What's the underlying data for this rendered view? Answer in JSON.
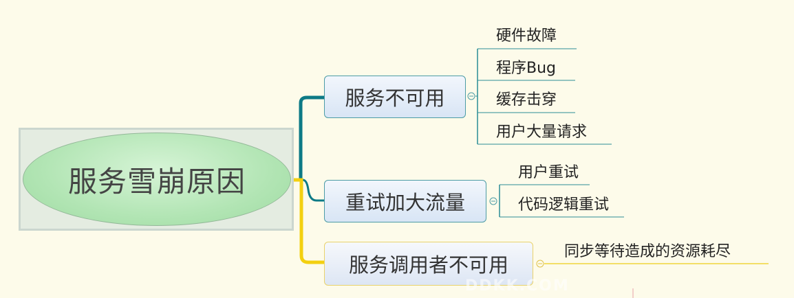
{
  "diagram": {
    "center": "服务雪崩原因",
    "branches": [
      {
        "label": "服务不可用",
        "leaves": [
          "硬件故障",
          "程序Bug",
          "缓存击穿",
          "用户大量请求"
        ]
      },
      {
        "label": "重试加大流量",
        "leaves": [
          "用户重试",
          "代码逻辑重试"
        ]
      },
      {
        "label": "服务调用者不可用",
        "leaves": [
          "同步等待造成的资源耗尽"
        ]
      }
    ],
    "watermark": "DDKK.COM"
  },
  "colors": {
    "background": "#fdfbea",
    "teal_connector": "#0d7a86",
    "yellow_connector": "#f3d010",
    "leaf_line_blue": "#2a8c96",
    "leaf_line_yellow": "#f0d43a"
  }
}
